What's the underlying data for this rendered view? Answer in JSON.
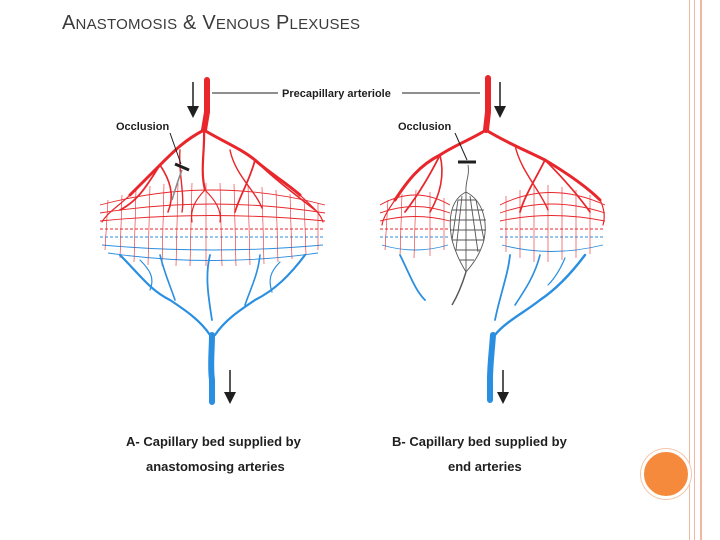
{
  "title": {
    "first_letter": "A",
    "first_rest": "NASTOMOSIS",
    "amp": " & ",
    "second_letter": "V",
    "second_rest": "ENOUS",
    "third_letter": " P",
    "third_rest": "LEXUSES"
  },
  "labels": {
    "precapillary": "Precapillary arteriole",
    "occlusion_left": "Occlusion",
    "occlusion_right": "Occlusion",
    "caption_a_line1": "A- Capillary bed supplied by",
    "caption_a_line2": "anastomosing arteries",
    "caption_b_line1": "B- Capillary bed supplied by",
    "caption_b_line2": "end arteries"
  },
  "colors": {
    "artery": "#e8262b",
    "vein": "#2a8fe0",
    "occluded": "#555555",
    "accent": "#f58a3c",
    "border": "#f2b7a0"
  }
}
